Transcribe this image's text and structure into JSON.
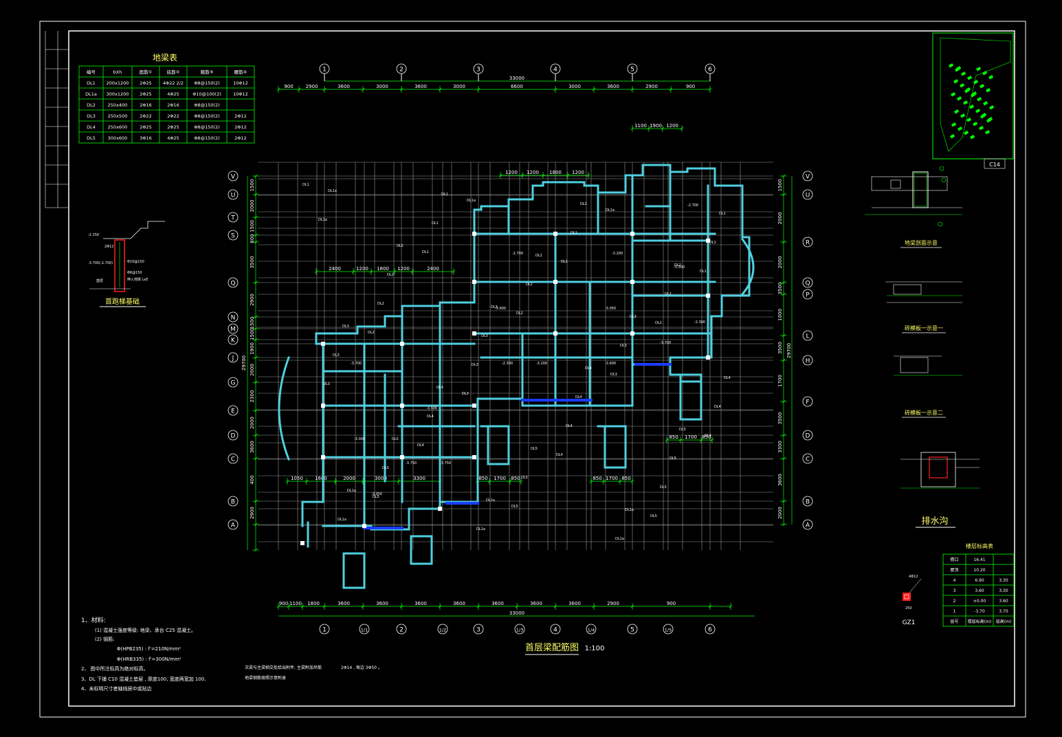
{
  "colors": {
    "background": "#000000",
    "frame": "#ffffff",
    "grid": "#9a9a9a",
    "dimension": "#00ff00",
    "beam": "#4fd0e0",
    "beam_highlight": "#1a3cff",
    "text": "#ffffff",
    "table_border": "#00ff00",
    "accent_red": "#ff2020",
    "title_yellow": "#ffff66"
  },
  "drawing": {
    "title": "首层梁配筋图",
    "scale": "1:100"
  },
  "beam_table": {
    "title": "地梁表",
    "headers": [
      "编号",
      "bXh",
      "面筋①",
      "底筋②",
      "箍筋③",
      "腰筋④"
    ],
    "rows": [
      [
        "DL1",
        "200x1200",
        "2Φ25",
        "4Φ22 2/2",
        "Φ8@150(2)",
        "10Φ12"
      ],
      [
        "DL1a",
        "300x1200",
        "2Φ25",
        "4Φ25",
        "Φ10@100(2)",
        "10Φ12"
      ],
      [
        "DL2",
        "250x400",
        "2Φ16",
        "2Φ16",
        "Φ8@150(2)",
        ""
      ],
      [
        "DL3",
        "250x500",
        "2Φ22",
        "2Φ22",
        "Φ8@150(2)",
        "2Φ12"
      ],
      [
        "DL4",
        "250x600",
        "2Φ25",
        "2Φ25",
        "Φ8@150(2)",
        "2Φ12"
      ],
      [
        "DL5",
        "300x600",
        "3Φ16",
        "4Φ25",
        "Φ8@150(2)",
        "2Φ12"
      ]
    ]
  },
  "axes": {
    "top_columns": [
      "1",
      "2",
      "3",
      "4",
      "5",
      "6"
    ],
    "bottom_columns": [
      "1",
      "1/1",
      "2",
      "1/2",
      "3",
      "1/3",
      "4",
      "1/4",
      "5",
      "1/5",
      "6"
    ],
    "left_rows": [
      "V",
      "U",
      "T",
      "S",
      "Q",
      "N",
      "M",
      "K",
      "J",
      "G",
      "E",
      "D",
      "C",
      "B",
      "A"
    ],
    "right_rows": [
      "V",
      "U",
      "R",
      "Q",
      "P",
      "L",
      "H",
      "F",
      "D",
      "C",
      "B",
      "A"
    ]
  },
  "dimensions": {
    "top_total": "33000",
    "top_segments": [
      "900",
      "2900",
      "3600",
      "3000",
      "3600",
      "3000",
      "6600",
      "3000",
      "3600",
      "2900",
      "900"
    ],
    "bottom_total": "33000",
    "bottom_segments": [
      "900",
      "1100",
      "1800",
      "3600",
      "3600",
      "3600",
      "3600",
      "3600",
      "3600",
      "3600",
      "2900",
      "900"
    ],
    "left_total": "29700",
    "left_segments": [
      "1500",
      "2000",
      "1500",
      "600",
      "3500",
      "2900",
      "1500",
      "1500",
      "1900",
      "2000",
      "2300",
      "2000",
      "3600",
      "400",
      "2900"
    ],
    "right_total": "29700",
    "right_segments": [
      "1500",
      "2000",
      "2000",
      "3500",
      "1000",
      "3500",
      "1700",
      "3500",
      "3300",
      "3600",
      "2000"
    ],
    "upper_inner": [
      "2400",
      "1200",
      "1800",
      "1200",
      "2400"
    ],
    "upper_right": [
      "1100",
      "1900",
      "1200"
    ],
    "upper_mid": [
      "1200",
      "1200",
      "1800",
      "1200"
    ],
    "lower_inner": [
      "1050",
      "1600",
      "2000",
      "3000",
      "3300"
    ],
    "lower_sub": [
      "850",
      "1700",
      "850"
    ],
    "lower_sub2": [
      "850",
      "1700",
      "850"
    ],
    "right_sub": [
      "850",
      "1700",
      "850"
    ]
  },
  "elevations": [
    "-3.700",
    "-2.700",
    "-3.200",
    "-3.600",
    "-3.050",
    "-3.500",
    "-2.300",
    "-3.750",
    "-3.000"
  ],
  "notes": {
    "heading": "1、材料:",
    "lines": [
      "(1) 混凝土强度等级: 地梁、承台   C25 混凝土。",
      "(2) 钢筋:",
      "Φ(HPB235) : f'=210N/mm²",
      "Φ(HRB335) : f'=300N/mm²",
      "2、 图中所注标高为绝对标高。",
      "3、DL 下铺 C10 混凝土垫层 , 厚度100, 宽度两宽加 100.",
      "4、未标明尺寸者轴线居中或贴边"
    ],
    "extra1": "次梁与主梁相交处给出附件, 主梁附加吊筋",
    "extra2": "2Φ14 , 每边 3Φ50 。",
    "extra3": "地梁钢筋按照示意附录"
  },
  "stair_detail": {
    "title": "首跑梯基础",
    "labels": [
      "-2.150",
      "2Φ12",
      "-3.700(-2.700)",
      "Φ10@150",
      "Φ6@150",
      "垫层",
      "伸入地梁 LaE"
    ]
  },
  "sections": {
    "section1_title": "地梁剖面示意",
    "section2_title": "砖模板一示意一",
    "section3_title": "砖模板一示意二",
    "drain_title": "排水沟",
    "site_plan_label": "C14"
  },
  "level_table": {
    "title": "楼层标高表",
    "rows": [
      [
        "檐口",
        "16.41",
        ""
      ],
      [
        "屋顶",
        "10.20",
        ""
      ],
      [
        "4",
        "6.90",
        "3.30"
      ],
      [
        "3",
        "3.60",
        "3.30"
      ],
      [
        "2",
        "±0.00",
        "3.60"
      ],
      [
        "1",
        "-3.70",
        "3.70"
      ]
    ],
    "headers": [
      "层号",
      "楼层标高(m)",
      "层高(m)"
    ]
  },
  "column": {
    "label": "GZ1",
    "size": "250",
    "rebar": "4Φ12"
  }
}
